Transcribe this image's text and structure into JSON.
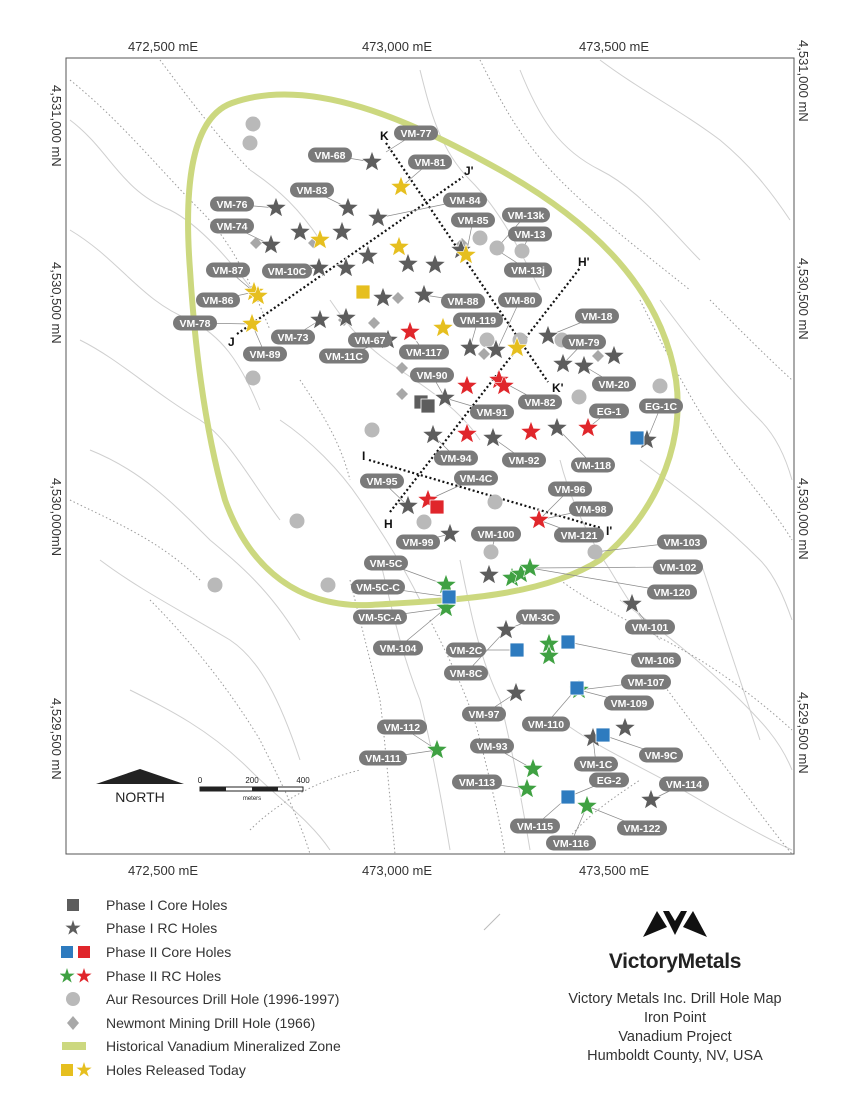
{
  "axes": {
    "x_ticks_top": [
      "472,500 mE",
      "473,000 mE",
      "473,500 mE"
    ],
    "x_ticks_bottom": [
      "472,500 mE",
      "473,000 mE",
      "473,500 mE"
    ],
    "y_ticks_left": [
      "4,531,000 mN",
      "4,530,500 mN",
      "4,530,000mN",
      "4,529,500 mN"
    ],
    "y_ticks_right": [
      "4,531,000 mN",
      "4,530,500 mN",
      "4,530,000 mN",
      "4,529,500 mN"
    ]
  },
  "north_label": "NORTH",
  "scale": {
    "labels": [
      "0",
      "200",
      "400"
    ],
    "unit": "meters"
  },
  "section_lines": [
    {
      "a": "K",
      "b": "K'"
    },
    {
      "a": "J",
      "b": "J'"
    },
    {
      "a": "H",
      "b": "H'"
    },
    {
      "a": "I",
      "b": "I'"
    }
  ],
  "hole_labels": [
    "VM-77",
    "VM-68",
    "VM-81",
    "VM-83",
    "VM-76",
    "VM-84",
    "VM-74",
    "VM-85",
    "VM-13k",
    "VM-13",
    "VM-10C",
    "VM-87",
    "VM-13j",
    "VM-86",
    "VM-88",
    "VM-80",
    "VM-78",
    "VM-73",
    "VM-67",
    "VM-119",
    "VM-18",
    "VM-89",
    "VM-11C",
    "VM-117",
    "VM-79",
    "VM-90",
    "VM-20",
    "VM-91",
    "VM-82",
    "EG-1",
    "EG-1C",
    "VM-94",
    "VM-92",
    "VM-118",
    "VM-95",
    "VM-4C",
    "VM-96",
    "VM-98",
    "VM-121",
    "VM-99",
    "VM-100",
    "VM-103",
    "VM-5C",
    "VM-102",
    "VM-5C-C",
    "VM-120",
    "VM-5C-A",
    "VM-101",
    "VM-3C",
    "VM-104",
    "VM-2C",
    "VM-106",
    "VM-8C",
    "VM-107",
    "VM-109",
    "VM-97",
    "VM-110",
    "VM-112",
    "VM-9C",
    "VM-93",
    "VM-111",
    "VM-1C",
    "VM-114",
    "VM-113",
    "EG-2",
    "VM-115",
    "VM-122",
    "VM-116"
  ],
  "legend": [
    {
      "symbol": "phase1-core",
      "label": "Phase I Core Holes"
    },
    {
      "symbol": "phase1-rc",
      "label": "Phase I RC Holes"
    },
    {
      "symbol": "phase2-core",
      "label": "Phase II Core Holes"
    },
    {
      "symbol": "phase2-rc",
      "label": "Phase II RC Holes"
    },
    {
      "symbol": "aur",
      "label": "Aur Resources Drill Hole (1996-1997)"
    },
    {
      "symbol": "newmont",
      "label": "Newmont Mining Drill Hole (1966)"
    },
    {
      "symbol": "zone",
      "label": "Historical Vanadium Mineralized Zone"
    },
    {
      "symbol": "released",
      "label": "Holes Released Today"
    }
  ],
  "brand": "VictoryMetals",
  "caption": [
    "Victory Metals Inc. Drill Hole Map",
    "Iron Point",
    "Vanadium Project",
    "Humboldt County, NV, USA"
  ],
  "colors": {
    "phase1": "#5d5d5d",
    "phase2_core": "#2e7bbf",
    "phase2_red": "#e0262b",
    "phase2_green": "#3fa142",
    "aur": "#b9b9b9",
    "newmont": "#a8a8a8",
    "zone": "#ccd87f",
    "released": "#e6bf1f",
    "label_bg": "#7a7a7a"
  }
}
